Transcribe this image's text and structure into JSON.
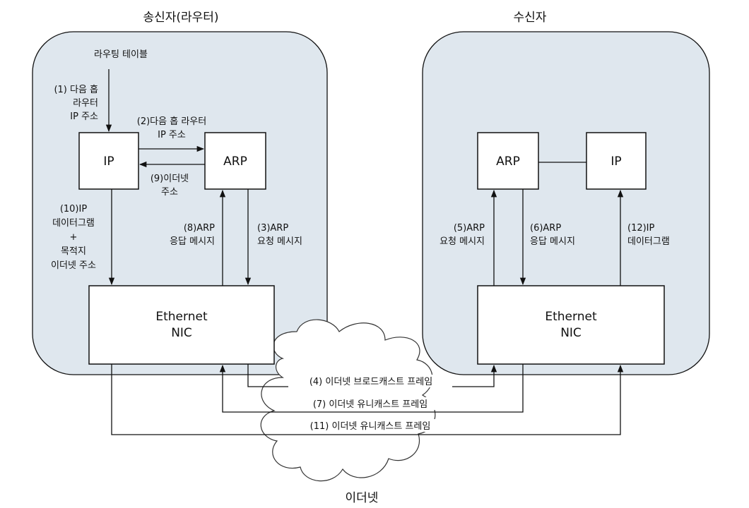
{
  "sender": {
    "title": "송신자(라우터)",
    "routing_table": "라우팅 테이블",
    "step1": [
      "(1) 다음 홉",
      "라우터",
      "IP 주소"
    ],
    "step2": [
      "(2)다음 홉 라우터",
      "IP 주소"
    ],
    "step9": [
      "(9)이더넷",
      "주소"
    ],
    "step10": [
      "(10)IP",
      "데이터그램",
      "+",
      "목적지",
      "이더넷 주소"
    ],
    "step8": [
      "(8)ARP",
      "응답 메시지"
    ],
    "step3": [
      "(3)ARP",
      "요청 메시지"
    ],
    "ip_box": "IP",
    "arp_box": "ARP",
    "nic_box": [
      "Ethernet",
      "NIC"
    ]
  },
  "receiver": {
    "title": "수신자",
    "arp_box": "ARP",
    "ip_box": "IP",
    "step5": [
      "(5)ARP",
      "요청 메시지"
    ],
    "step6": [
      "(6)ARP",
      "응답 메시지"
    ],
    "step12": [
      "(12)IP",
      "데이터그램"
    ],
    "nic_box": [
      "Ethernet",
      "NIC"
    ]
  },
  "network": {
    "label": "이더넷",
    "step4": "(4) 이더넷 브로드캐스트 프레임",
    "step7": "(7) 이더넷  유니캐스트 프레임",
    "step11": "(11) 이더넷  유니캐스트 프레임"
  }
}
